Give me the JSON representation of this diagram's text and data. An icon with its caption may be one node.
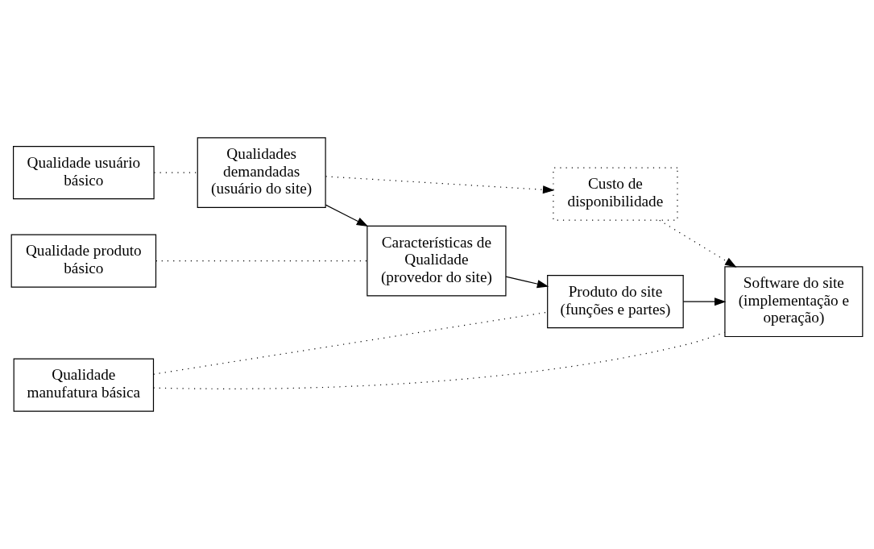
{
  "diagram": {
    "nodes": [
      {
        "text": [
          "Qualidade usuário básico"
        ]
      },
      {
        "text": [
          "Qualidades demandadas (usuário do site)"
        ]
      },
      {
        "text": [
          "Custo de disponibilidade"
        ]
      },
      {
        "text": [
          "Qualidade produto básico"
        ]
      },
      {
        "text": [
          "Características de Qualidade (provedor do site)"
        ]
      },
      {
        "text": [
          "Produto do site (funções e partes)"
        ]
      },
      {
        "text": [
          "Qualidade manufatura básica"
        ]
      },
      {
        "text": [
          "Software do site (implementação e operação)"
        ]
      }
    ],
    "edges": [
      {
        "from": 0,
        "to": 1,
        "arrow": "none",
        "style": "dashed"
      },
      {
        "from": 1,
        "to": 2,
        "arrow": "to",
        "style": "dashed"
      },
      {
        "from": 1,
        "to": 4,
        "arrow": "to"
      },
      {
        "from": 3,
        "to": 4,
        "arrow": "none",
        "style": "dashed"
      },
      {
        "from": 4,
        "to": 5,
        "arrow": "to"
      },
      {
        "from": 6,
        "to": 5,
        "arrow": "none",
        "style": "dashed"
      },
      {
        "from": 6,
        "to": 7,
        "arrow": "none",
        "style": "dashed"
      },
      {
        "from": 5,
        "to": 7,
        "arrow": "to"
      },
      {
        "from": 2,
        "to": 7,
        "arrow": "to",
        "style": "dashed"
      }
    ]
  }
}
